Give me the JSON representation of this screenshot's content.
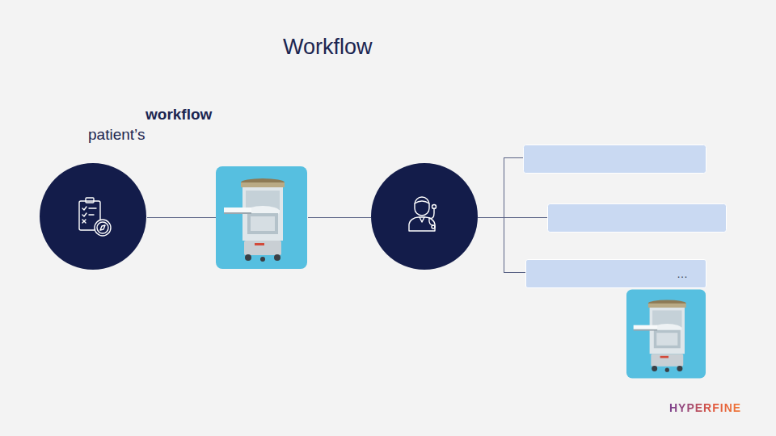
{
  "diagram": {
    "title": "Workflow",
    "nodes": [
      {
        "text": [
          "…"
        ]
      }
    ],
    "labels": [
      "workflow",
      "patient’s",
      "HYPERFINE"
    ]
  }
}
